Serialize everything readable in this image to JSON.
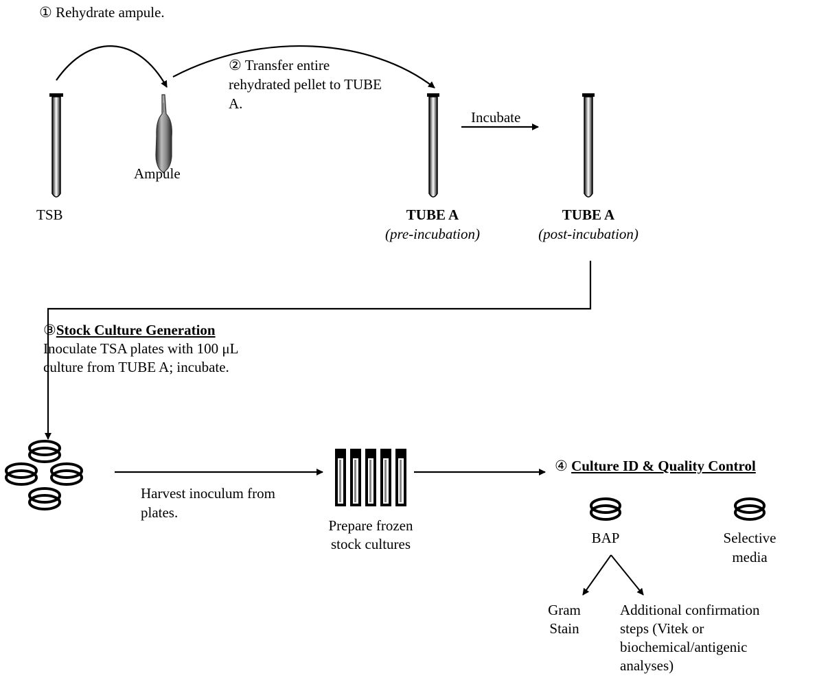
{
  "step1": {
    "marker": "①",
    "label": "Rehydrate ampule."
  },
  "step2": {
    "marker": "②",
    "line1": "Transfer entire",
    "line2": "rehydrated pellet to TUBE",
    "line3": "A."
  },
  "tsb_label": "TSB",
  "ampule_label": "Ampule",
  "incubate_label": "Incubate",
  "tube_pre": {
    "title": "TUBE A",
    "subtitle": "(pre-incubation)"
  },
  "tube_post": {
    "title": "TUBE A",
    "subtitle": "(post-incubation)"
  },
  "step3": {
    "marker": "③",
    "title": "Stock Culture Generation",
    "line1": "Inoculate TSA plates with 100 μL",
    "line2": "culture from TUBE A; incubate."
  },
  "harvest": {
    "line1": "Harvest inoculum from",
    "line2": "plates."
  },
  "frozen": {
    "line1": "Prepare frozen",
    "line2": "stock cultures"
  },
  "step4": {
    "marker": "④",
    "title": "Culture ID & Quality Control"
  },
  "bap_label": "BAP",
  "selective": {
    "line1": "Selective",
    "line2": "media"
  },
  "gram": {
    "line1": "Gram",
    "line2": "Stain"
  },
  "additional": {
    "line1": "Additional confirmation",
    "line2": "steps (Vitek or",
    "line3": "biochemical/antigenic",
    "line4": "analyses)"
  }
}
